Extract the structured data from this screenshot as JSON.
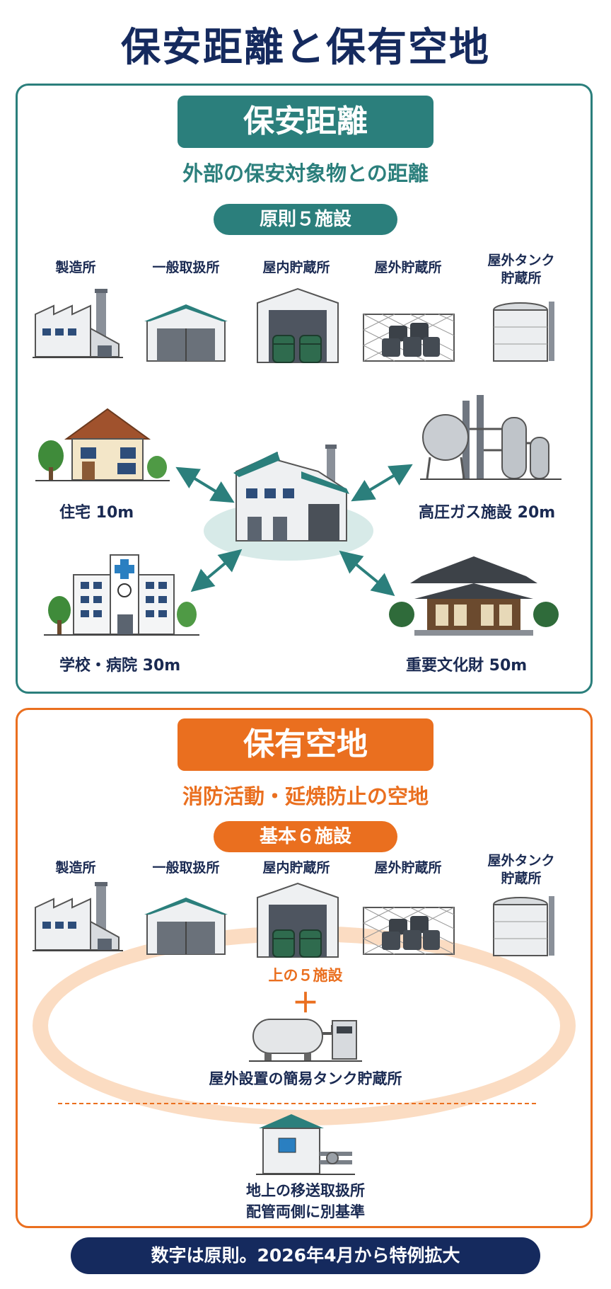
{
  "title": "保安距離と保有空地",
  "hoan": {
    "heading": "保安距離",
    "subtitle": "外部の保安対象物との距離",
    "badge": "原則５施設",
    "facilities": [
      "製造所",
      "一般取扱所",
      "屋内貯蔵所",
      "屋外貯蔵所",
      "屋外タンク\n貯蔵所"
    ],
    "targets": {
      "house": "住宅 10m",
      "gas": "高圧ガス施設 20m",
      "school": "学校・病院 30m",
      "heritage": "重要文化財 50m"
    }
  },
  "hoyu": {
    "heading": "保有空地",
    "subtitle": "消防活動・延焼防止の空地",
    "badge": "基本６施設",
    "facilities": [
      "製造所",
      "一般取扱所",
      "屋内貯蔵所",
      "屋外貯蔵所",
      "屋外タンク\n貯蔵所"
    ],
    "above_label": "上の５施設",
    "plus": "＋",
    "simple_tank_label": "屋外設置の簡易タンク貯蔵所",
    "transfer_label_1": "地上の移送取扱所",
    "transfer_label_2": "配管両側に別基準"
  },
  "footer": "数字は原則。2026年4月から特例拡大",
  "colors": {
    "teal": "#2b7f7c",
    "orange": "#ea6f1f",
    "navy": "#152a5e"
  }
}
